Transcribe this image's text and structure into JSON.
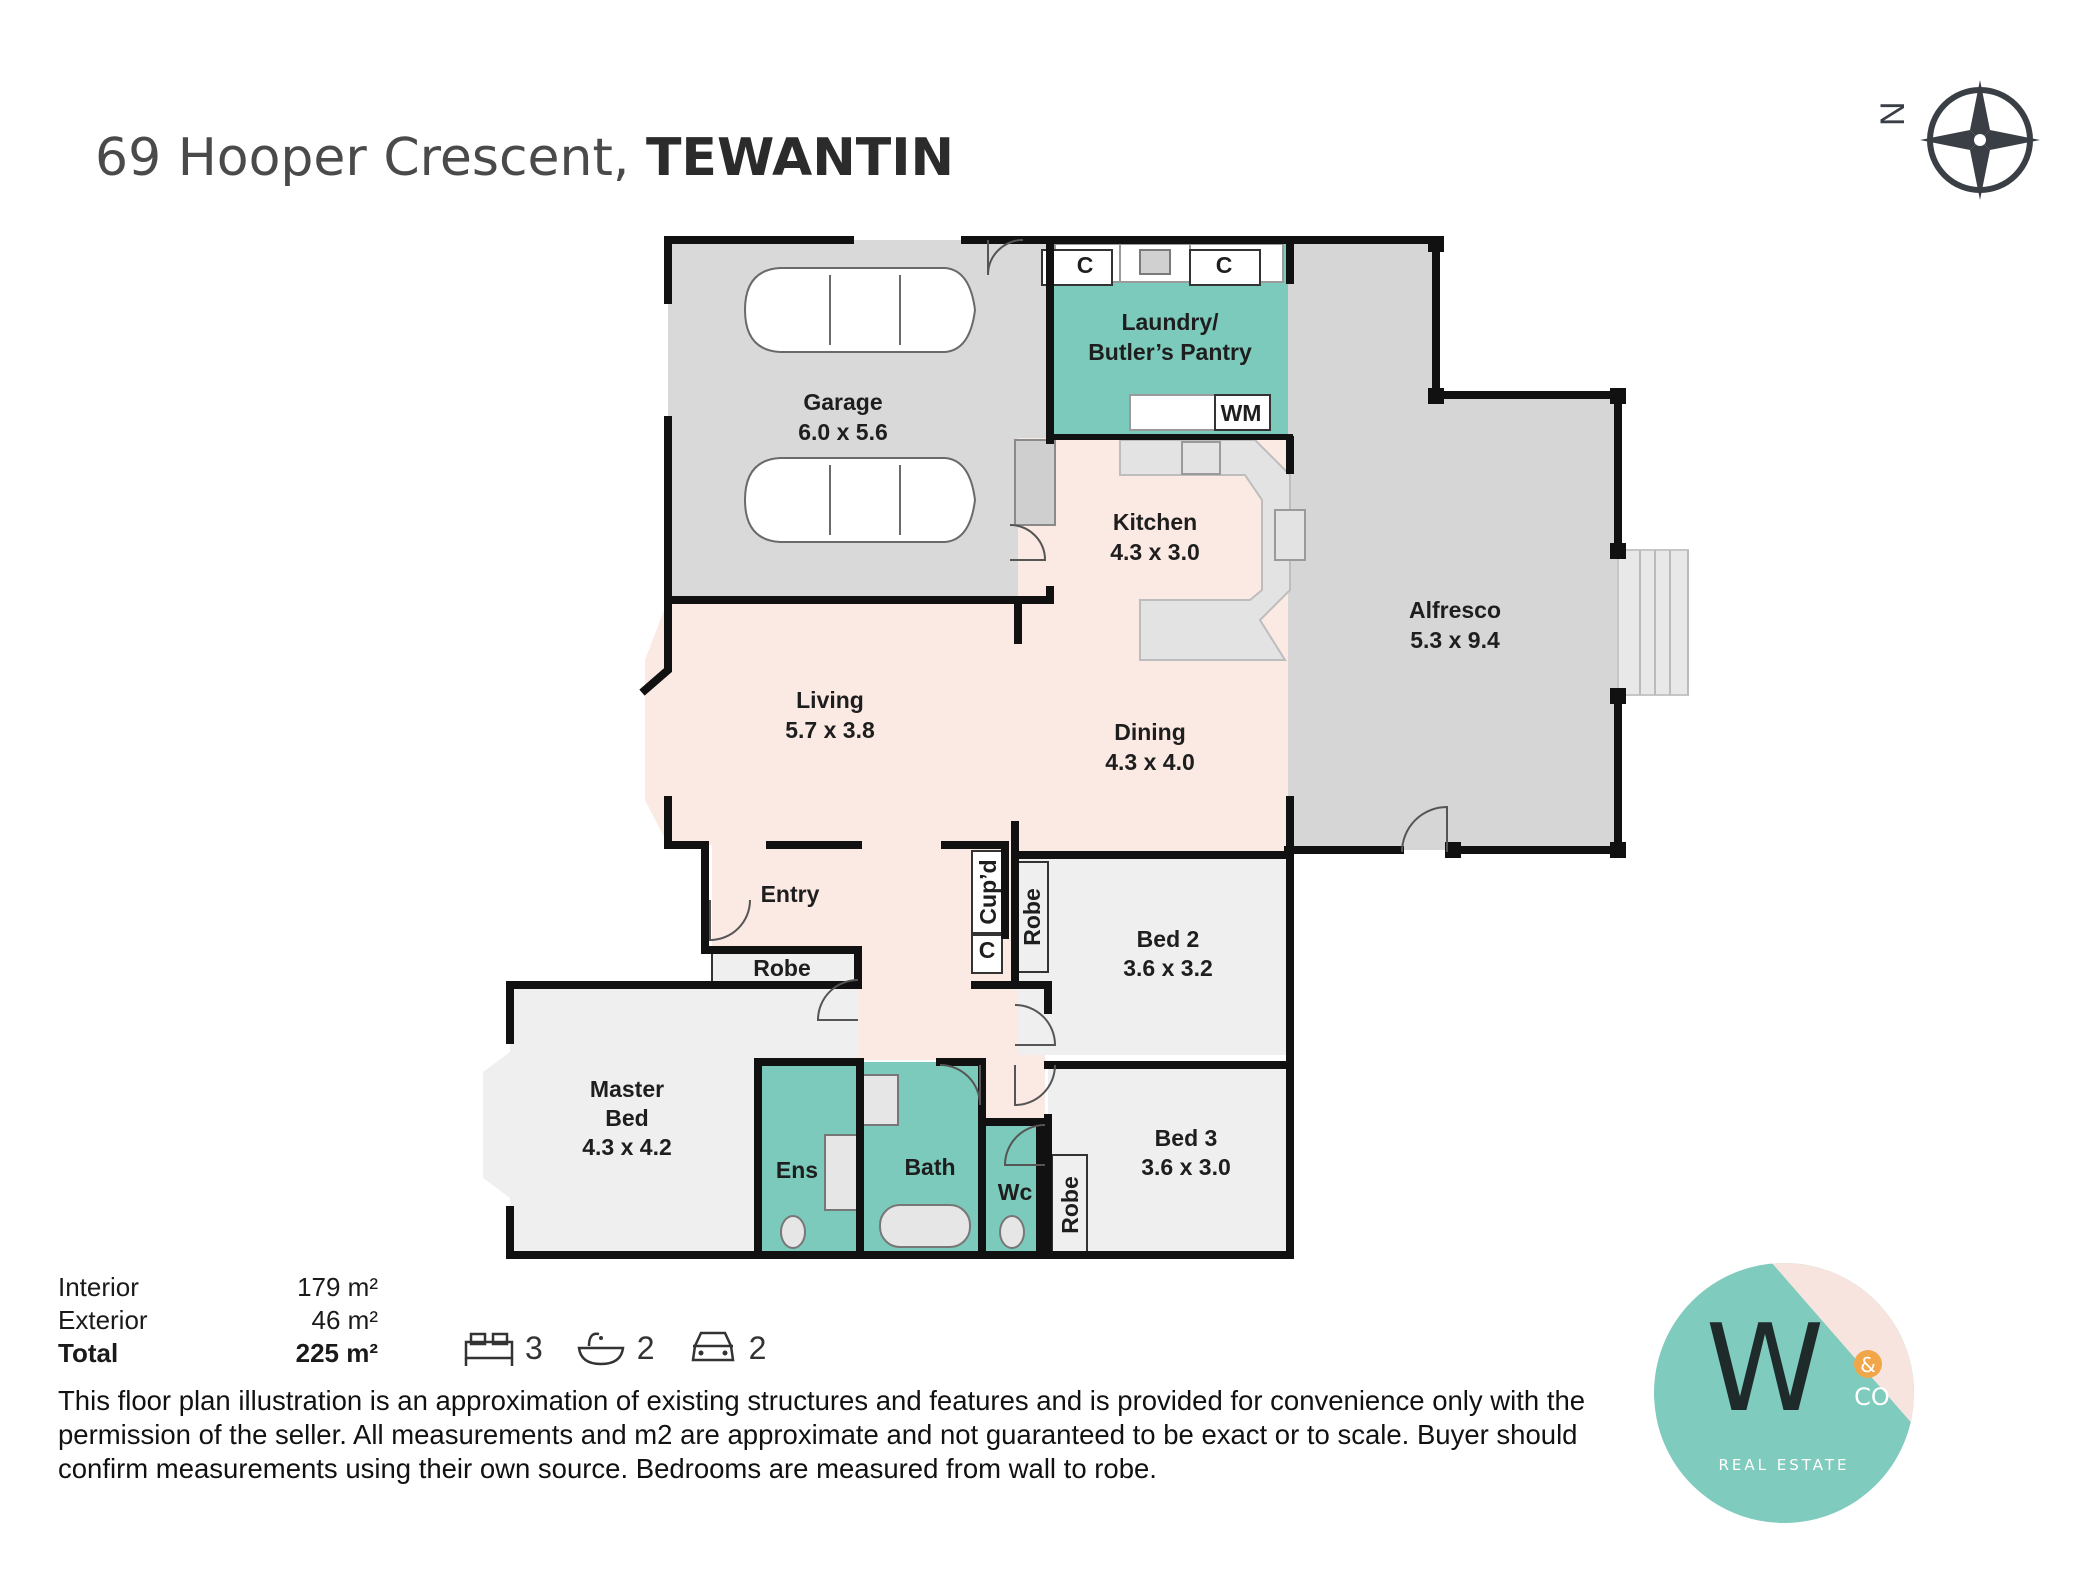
{
  "header": {
    "address": "69 Hooper Crescent,",
    "suburb": "TEWANTIN"
  },
  "compass": {
    "north_label": "N"
  },
  "rooms": {
    "garage": {
      "name": "Garage",
      "dims": "6.0 x 5.6"
    },
    "laundry": {
      "name_line1": "Laundry/",
      "name_line2": "Butler’s Pantry"
    },
    "kitchen": {
      "name": "Kitchen",
      "dims": "4.3 x 3.0"
    },
    "alfresco": {
      "name": "Alfresco",
      "dims": "5.3 x 9.4"
    },
    "living": {
      "name": "Living",
      "dims": "5.7 x 3.8"
    },
    "dining": {
      "name": "Dining",
      "dims": "4.3 x 4.0"
    },
    "entry": {
      "name": "Entry"
    },
    "master": {
      "name_line1": "Master",
      "name_line2": "Bed",
      "dims": "4.3 x 4.2"
    },
    "bed2": {
      "name": "Bed 2",
      "dims": "3.6 x 3.2"
    },
    "bed3": {
      "name": "Bed 3",
      "dims": "3.6 x 3.0"
    },
    "ensuite": {
      "name": "Ens"
    },
    "bath": {
      "name": "Bath"
    },
    "wc": {
      "name": "Wc"
    }
  },
  "fixtures": {
    "cupboard": "C",
    "washing_machine": "WM",
    "robe": "Robe",
    "cupboard_full": "Cup’d"
  },
  "areas": {
    "interior": {
      "label": "Interior",
      "value": "179 m²"
    },
    "exterior": {
      "label": "Exterior",
      "value": "46 m²"
    },
    "total": {
      "label": "Total",
      "value": "225 m²"
    }
  },
  "features": {
    "bedrooms": "3",
    "bathrooms": "2",
    "car_spaces": "2"
  },
  "disclaimer": "This floor plan illustration is an approximation of existing structures and features and is provided for convenience only with the permission of the seller. All measurements and m2 are approximate and not guaranteed to be exact or to scale. Buyer should confirm measurements using their own source. Bedrooms are measured from wall to robe.",
  "logo": {
    "letter": "W",
    "amp": "&",
    "co": "CO",
    "tagline": "REAL ESTATE"
  },
  "colors": {
    "garage": "#d9d9d9",
    "alfresco": "#d6d6d6",
    "wet_areas": "#7ccabb",
    "living": "#fbe9e3",
    "bedrooms": "#efefef",
    "logo_teal": "#7fcbbd",
    "logo_pink": "#f7e4df"
  }
}
